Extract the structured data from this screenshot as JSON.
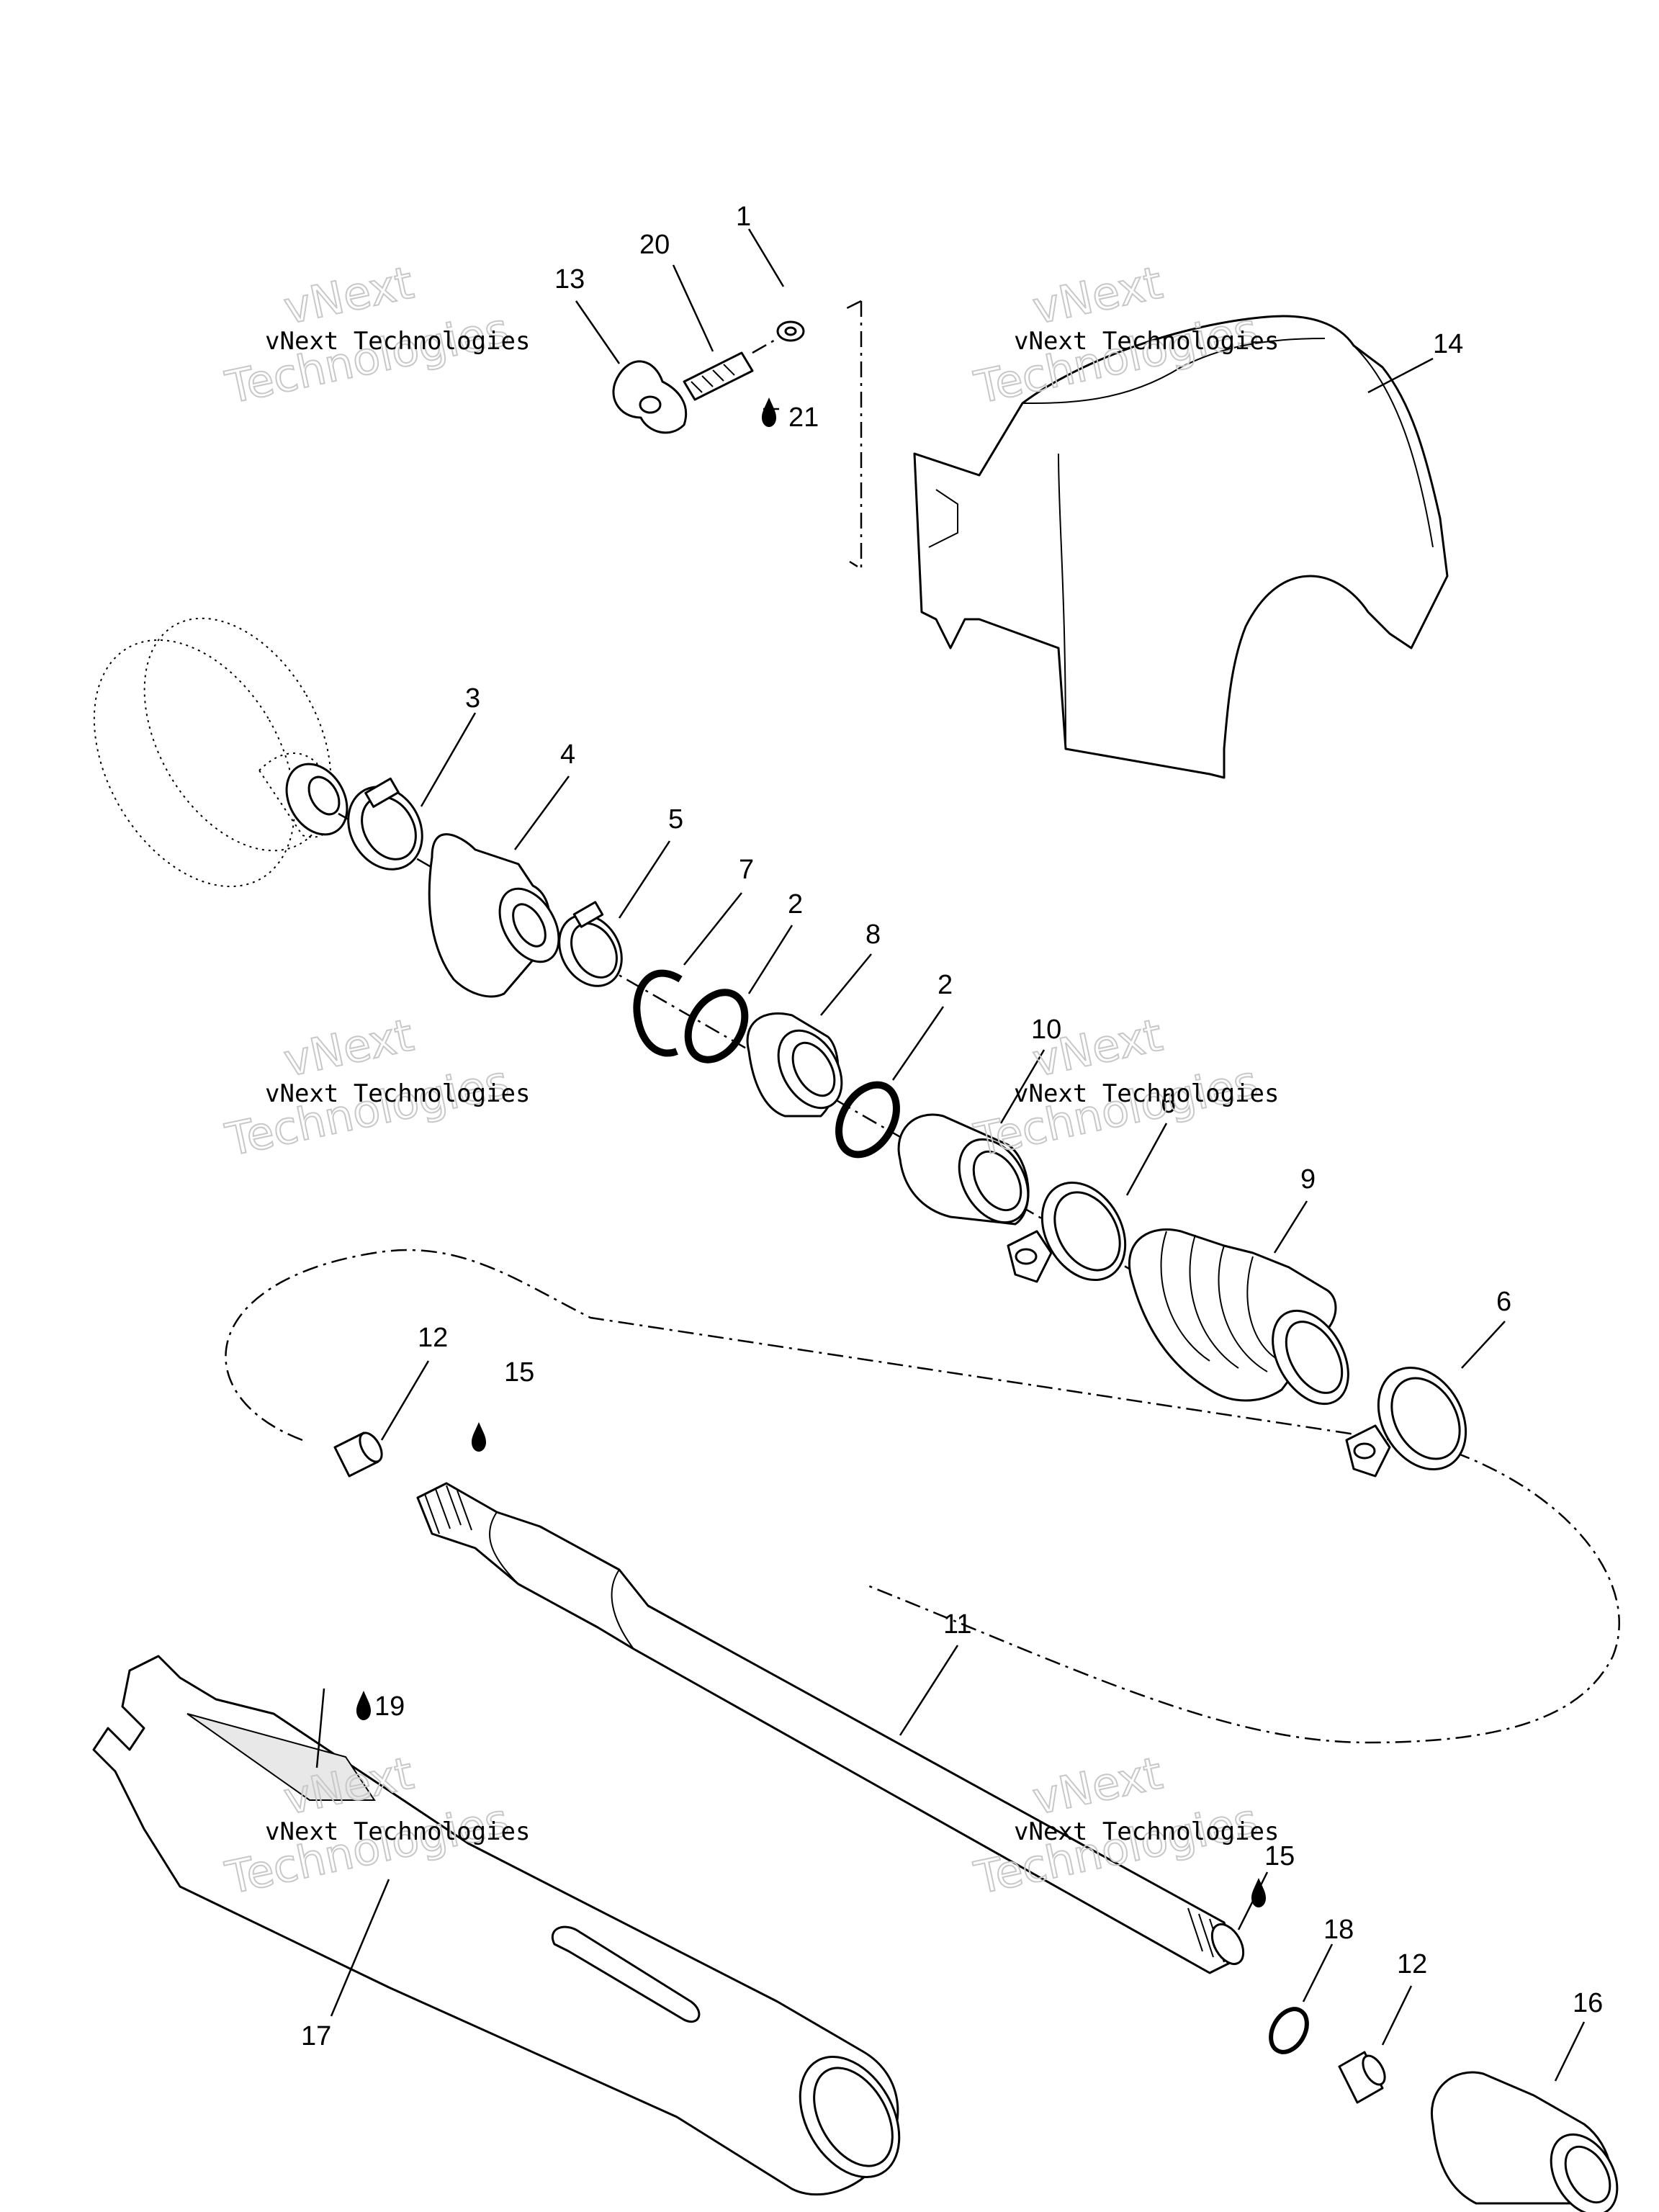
{
  "diagram": {
    "callouts": [
      "1",
      "2",
      "3",
      "4",
      "5",
      "6",
      "7",
      "8",
      "9",
      "10",
      "11",
      "12",
      "13",
      "14",
      "15",
      "16",
      "17",
      "18",
      "19",
      "20",
      "21"
    ],
    "part_refs": {
      "washer": "1",
      "o_ring": "2",
      "clamp_small": "3",
      "coupler": "4",
      "clamp_mid": "5",
      "hose_clamp": "6",
      "retaining_ring": "7",
      "seal_carrier": "8",
      "bellows_boot": "9",
      "bushing": "10",
      "drive_shaft": "11",
      "plug": "12",
      "wing_nut": "13",
      "guard": "14",
      "lube": "15",
      "impeller_adapter": "16",
      "housing": "17",
      "ring": "18",
      "sealant": "19",
      "stud": "20",
      "loctite": "21"
    }
  },
  "watermark": {
    "line1": "vNext Technologies",
    "big_a": "vNext",
    "big_b": "Technologies"
  },
  "icons": [
    "drop-icon"
  ]
}
